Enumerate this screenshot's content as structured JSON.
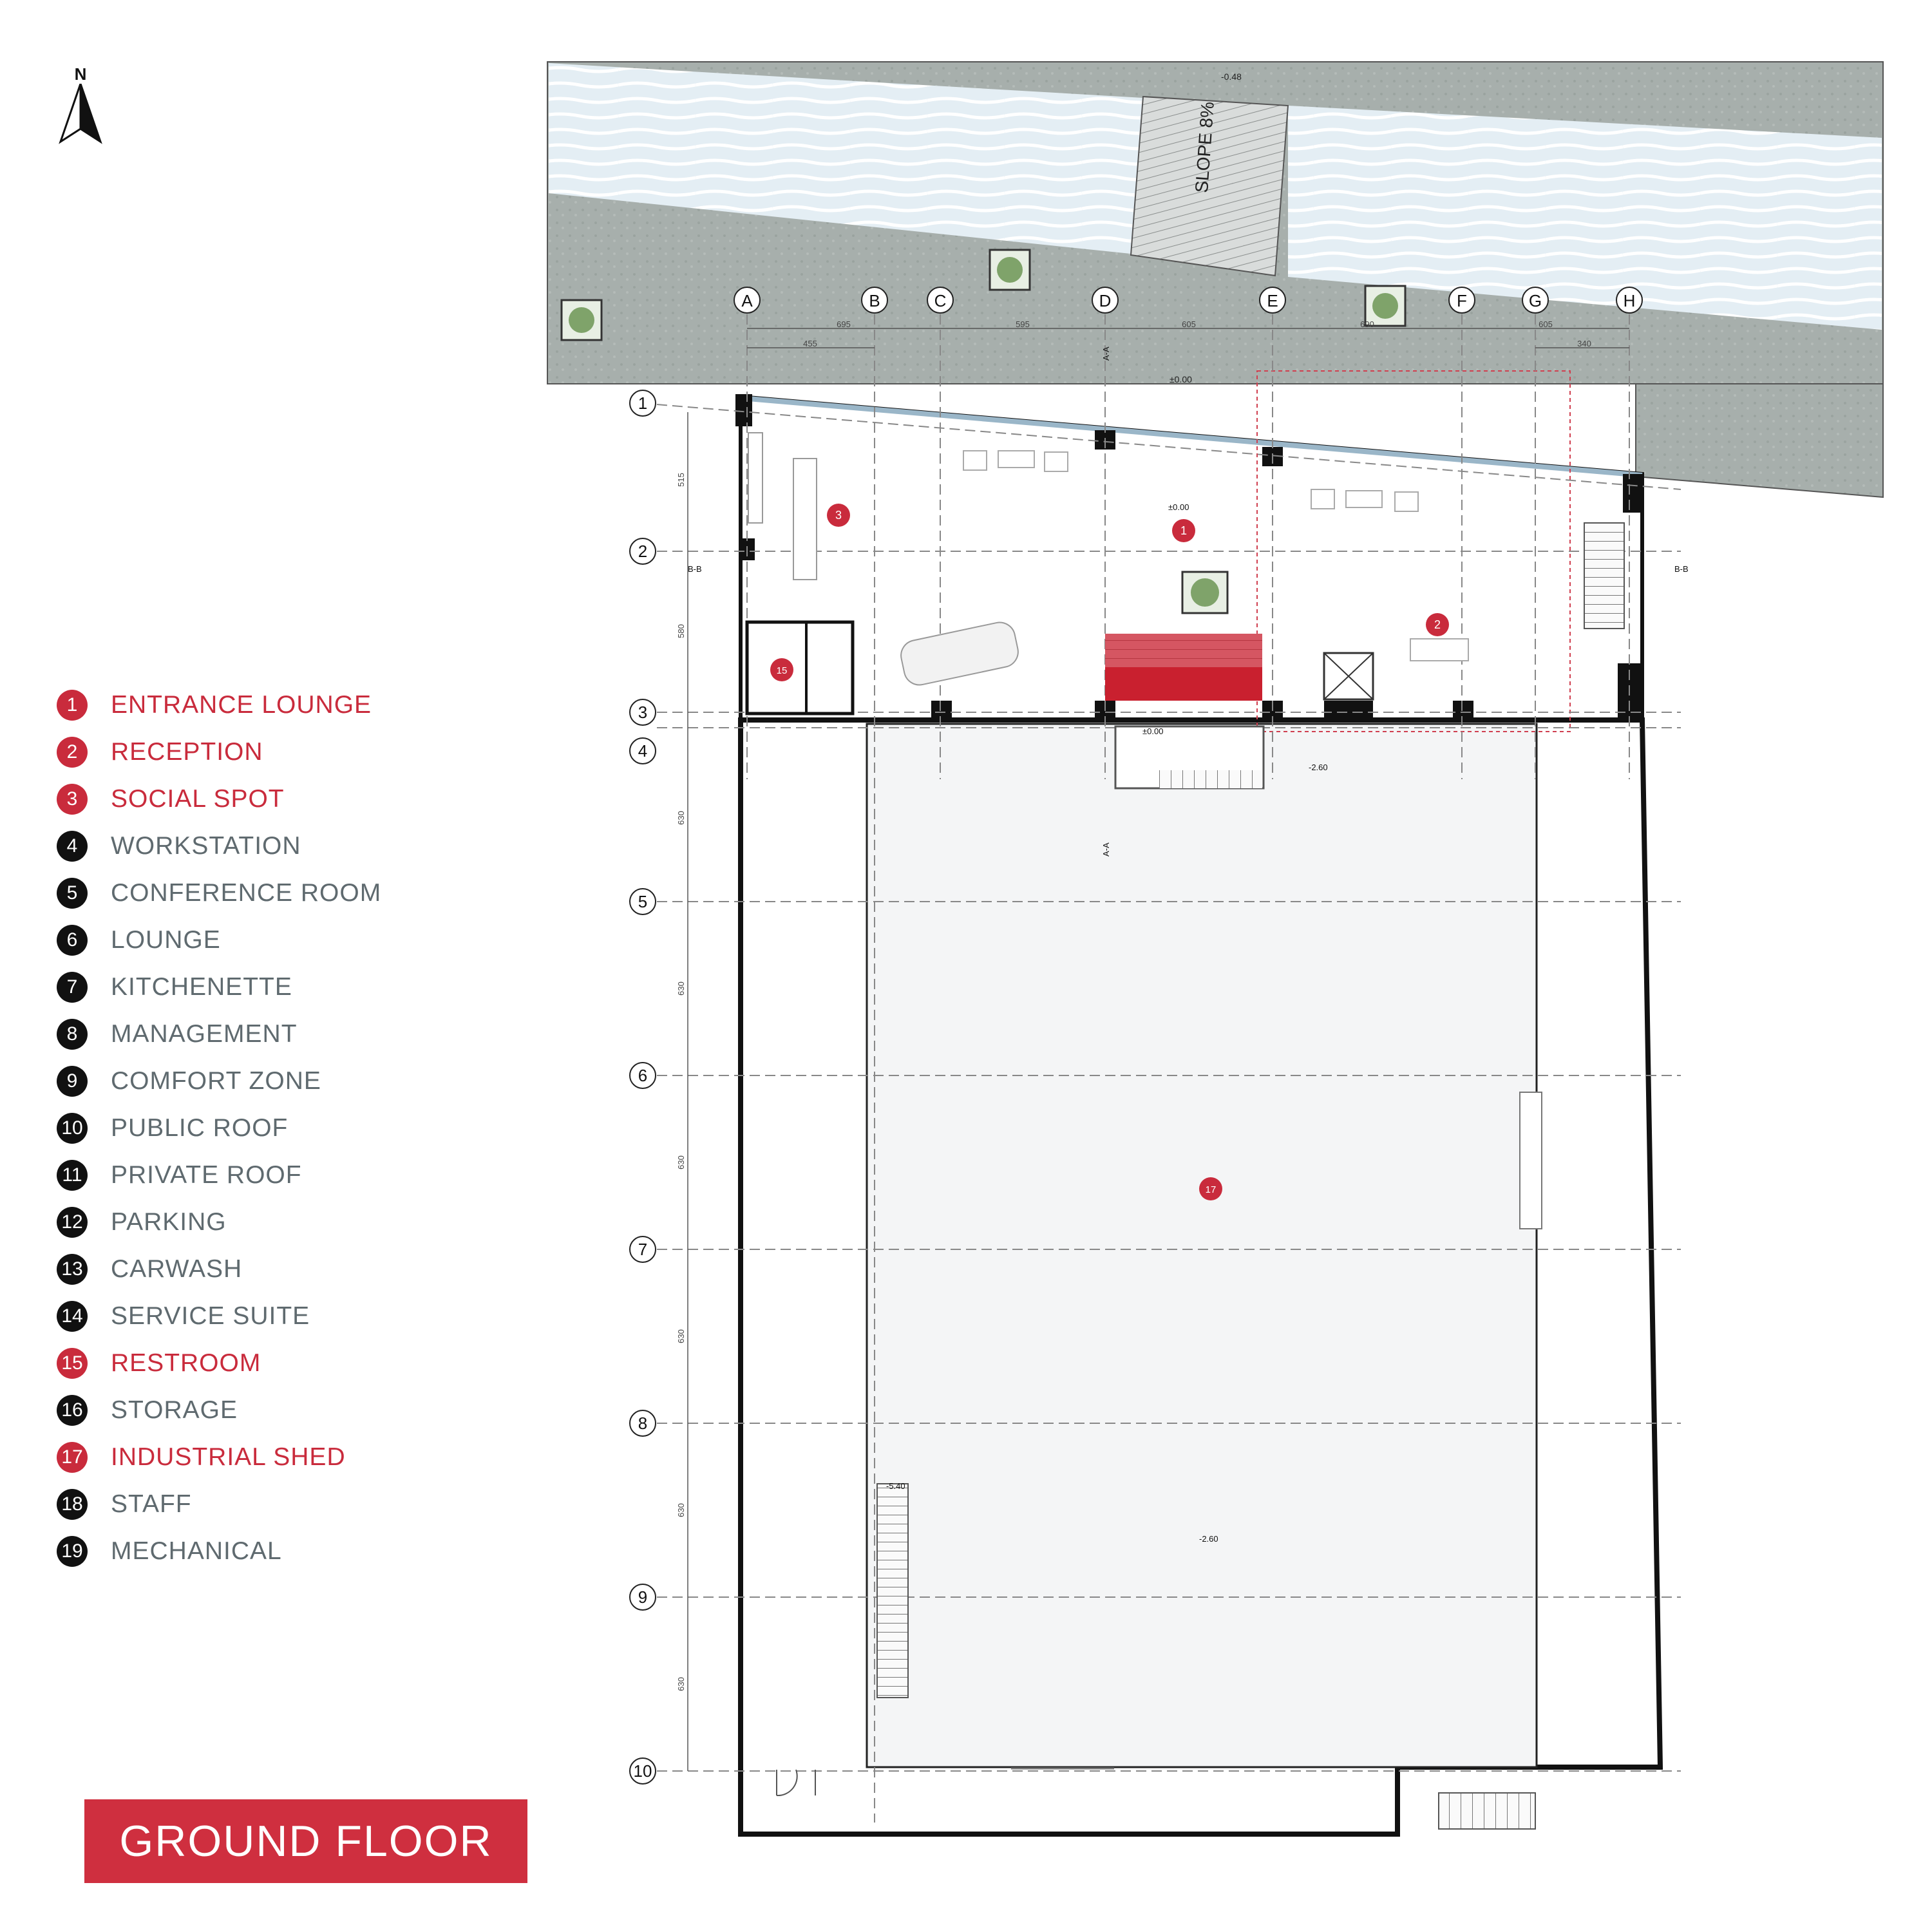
{
  "north": {
    "letter": "N"
  },
  "title": "GROUND FLOOR",
  "legend": [
    {
      "num": "1",
      "label": "ENTRANCE LOUNGE",
      "color": "red"
    },
    {
      "num": "2",
      "label": "RECEPTION",
      "color": "red"
    },
    {
      "num": "3",
      "label": "SOCIAL SPOT",
      "color": "red"
    },
    {
      "num": "4",
      "label": "WORKSTATION",
      "color": "black"
    },
    {
      "num": "5",
      "label": "CONFERENCE ROOM",
      "color": "black"
    },
    {
      "num": "6",
      "label": "LOUNGE",
      "color": "black"
    },
    {
      "num": "7",
      "label": "KITCHENETTE",
      "color": "black"
    },
    {
      "num": "8",
      "label": "MANAGEMENT",
      "color": "black"
    },
    {
      "num": "9",
      "label": "COMFORT ZONE",
      "color": "black"
    },
    {
      "num": "10",
      "label": "PUBLIC ROOF",
      "color": "black"
    },
    {
      "num": "11",
      "label": "PRIVATE ROOF",
      "color": "black"
    },
    {
      "num": "12",
      "label": "PARKING",
      "color": "black"
    },
    {
      "num": "13",
      "label": "CARWASH",
      "color": "black"
    },
    {
      "num": "14",
      "label": "SERVICE SUITE",
      "color": "black"
    },
    {
      "num": "15",
      "label": "RESTROOM",
      "color": "red"
    },
    {
      "num": "16",
      "label": "STORAGE",
      "color": "black"
    },
    {
      "num": "17",
      "label": "INDUSTRIAL SHED",
      "color": "red"
    },
    {
      "num": "18",
      "label": "STAFF",
      "color": "black"
    },
    {
      "num": "19",
      "label": "MECHANICAL",
      "color": "black"
    }
  ],
  "colors": {
    "accent": "#c92b3c",
    "text_gray": "#5f6a6f",
    "site": "#a9b1ae",
    "water": "#dce9f1",
    "shed": "#f4f5f6"
  },
  "grid_cols": [
    "A",
    "B",
    "C",
    "D",
    "E",
    "F",
    "G",
    "H"
  ],
  "grid_rows": [
    "1",
    "2",
    "3",
    "4",
    "5",
    "6",
    "7",
    "8",
    "9",
    "10"
  ],
  "col_dims_top": [
    "695",
    "595",
    "605",
    "690",
    "605"
  ],
  "col_dims_bottom": [
    "455",
    "340"
  ],
  "row_dims": [
    "515",
    "580",
    "630",
    "630",
    "630",
    "630",
    "630",
    "630"
  ],
  "levels": {
    "road": "-0.48",
    "site": "±0.00",
    "lounge": "±0.00",
    "stair_top": "±0.00",
    "shed_a": "-2.60",
    "shed_b": "-2.60",
    "basement": "-5.40"
  },
  "slope": "SLOPE 8%",
  "section_aa": "A-A",
  "section_bb": "B-B",
  "room_tags": {
    "r1": "1",
    "r2": "2",
    "r3": "3",
    "r15": "15",
    "r17": "17"
  }
}
